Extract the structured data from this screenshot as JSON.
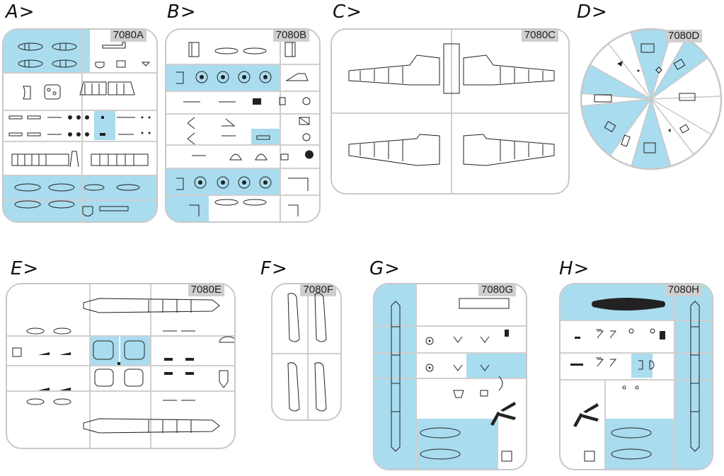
{
  "colors": {
    "highlight": "#a9dcef",
    "frame": "#c8c8c8",
    "ink": "#111111"
  },
  "sprues": [
    {
      "letter": "A>",
      "code": "7080A"
    },
    {
      "letter": "B>",
      "code": "7080B"
    },
    {
      "letter": "C>",
      "code": "7080C"
    },
    {
      "letter": "D>",
      "code": "7080D"
    },
    {
      "letter": "E>",
      "code": "7080E"
    },
    {
      "letter": "F>",
      "code": "7080F"
    },
    {
      "letter": "G>",
      "code": "7080G"
    },
    {
      "letter": "H>",
      "code": "7080H"
    }
  ]
}
